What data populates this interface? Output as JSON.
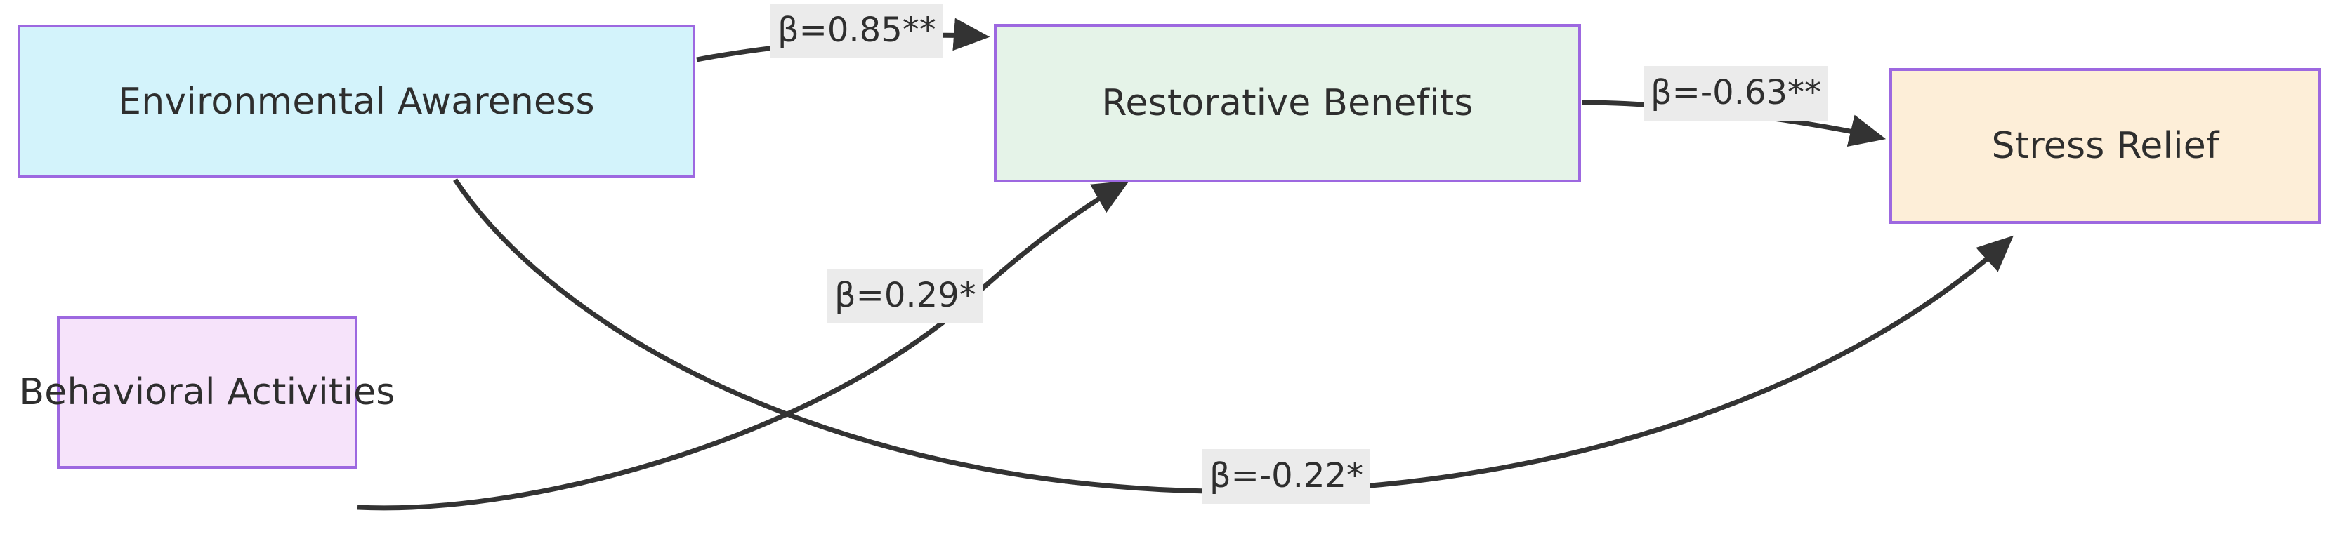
{
  "diagram": {
    "type": "path-diagram",
    "title": "",
    "background_color": "#ffffff",
    "node_border_color": "#9d68e0",
    "edge_color": "#333333",
    "label_background_color": "#ebebeb",
    "label_text_color": "#2e2e2e",
    "nodes": [
      {
        "id": "environmental_awareness",
        "label": "Environmental Awareness",
        "fill": "#d3f3fb"
      },
      {
        "id": "restorative_benefits",
        "label": "Restorative Benefits",
        "fill": "#e5f3e8"
      },
      {
        "id": "stress_relief",
        "label": "Stress Relief",
        "fill": "#fdeed8"
      },
      {
        "id": "behavioral_activities",
        "label": "Behavioral Activities",
        "fill": "#f6e3fa"
      }
    ],
    "edges": [
      {
        "id": "ea_to_rb",
        "from": "environmental_awareness",
        "to": "restorative_benefits",
        "label": "β=0.85**",
        "coefficient": 0.85,
        "significance": "**"
      },
      {
        "id": "rb_to_sr",
        "from": "restorative_benefits",
        "to": "stress_relief",
        "label": "β=-0.63**",
        "coefficient": -0.63,
        "significance": "**"
      },
      {
        "id": "ba_to_rb",
        "from": "behavioral_activities",
        "to": "restorative_benefits",
        "label": "β=0.29*",
        "coefficient": 0.29,
        "significance": "*"
      },
      {
        "id": "ea_to_sr",
        "from": "environmental_awareness",
        "to": "stress_relief",
        "label": "β=-0.22*",
        "coefficient": -0.22,
        "significance": "*"
      }
    ]
  }
}
